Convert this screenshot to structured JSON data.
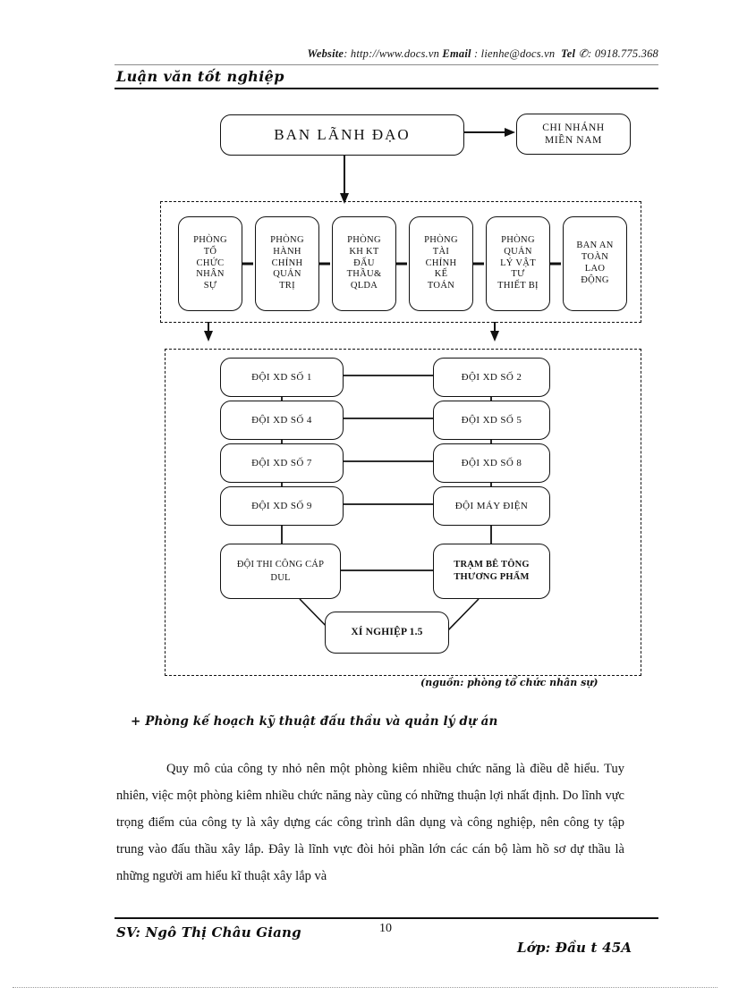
{
  "header": {
    "website_label": "Website",
    "website_url": ": http://www.docs.vn",
    "email_label": "Email",
    "email_value": " : lienhe@docs.vn",
    "tel_label": "Tel",
    "tel_icon": "telephone-icon",
    "tel_value": ": 0918.775.368",
    "document_title": "Luận văn tốt nghiệp"
  },
  "chart": {
    "top": {
      "label": "BAN LÃNH ĐẠO"
    },
    "branch": {
      "line1": "CHI NHÁNH",
      "line2": "MIỀN NAM"
    },
    "departments": [
      {
        "lines": [
          "PHÒNG",
          "TỔ",
          "CHỨC",
          "NHÂN",
          "SỰ"
        ]
      },
      {
        "lines": [
          "PHÒNG",
          "HÀNH",
          "CHÍNH",
          "QUẢN",
          "TRỊ"
        ]
      },
      {
        "lines": [
          "PHÒNG",
          "KH KT",
          "ĐẤU",
          "THẦU&",
          "QLDA"
        ]
      },
      {
        "lines": [
          "PHÒNG",
          "TÀI",
          "CHÍNH",
          "KẾ",
          "TOÁN"
        ]
      },
      {
        "lines": [
          "PHÒNG",
          "QUẢN",
          "LÝ VẬT",
          "TƯ",
          "THIẾT BỊ"
        ]
      },
      {
        "lines": [
          "BAN AN",
          "TOÀN",
          "LAO",
          "ĐỘNG"
        ]
      }
    ],
    "teams_left": [
      {
        "label": "ĐỘI XD SỐ 1"
      },
      {
        "label": "ĐỘI XD SỐ 4"
      },
      {
        "label": "ĐỘI XD SỐ 7"
      },
      {
        "label": "ĐỘI XD SỐ 9"
      }
    ],
    "teams_right": [
      {
        "label": "ĐỘI XD SỐ 2"
      },
      {
        "label": "ĐỘI XD SỐ 5"
      },
      {
        "label": "ĐỘI XD SỐ 8"
      },
      {
        "label": "ĐỘI MÁY ĐIỆN"
      }
    ],
    "cable_unit": {
      "line1": "ĐỘI THI CÔNG CÁP",
      "line2": "DUL"
    },
    "concrete_unit": {
      "line1": "TRẠM BÊ TÔNG",
      "line2": "THƯƠNG  PHẨM"
    },
    "enterprise": {
      "label": "XÍ NGHIỆP  1.5"
    },
    "caption": "(nguồn: phòng tổ chức nhân sự)"
  },
  "body": {
    "subheading": "+ Phòng kế hoạch kỹ thuật đấu thầu và quản lý dự án",
    "paragraph": "Quy mô của công ty nhỏ nên một phòng kiêm nhiều chức năng là điều dễ hiểu. Tuy nhiên, việc một phòng kiêm nhiều chức năng này cũng có những thuận lợi nhất định. Do lĩnh vực trọng điểm của công ty là xây dựng các công trình dân dụng và công nghiệp, nên công ty tập trung vào đấu thầu xây lắp. Đây là lĩnh vực đòi hỏi phần lớn các cán bộ làm hồ sơ dự thầu là những người am hiểu kĩ thuật xây lắp và"
  },
  "footer": {
    "student": "SV: Ngô Thị Châu Giang",
    "page_number": "10",
    "class": "Lớp: Đầu t  45A"
  }
}
